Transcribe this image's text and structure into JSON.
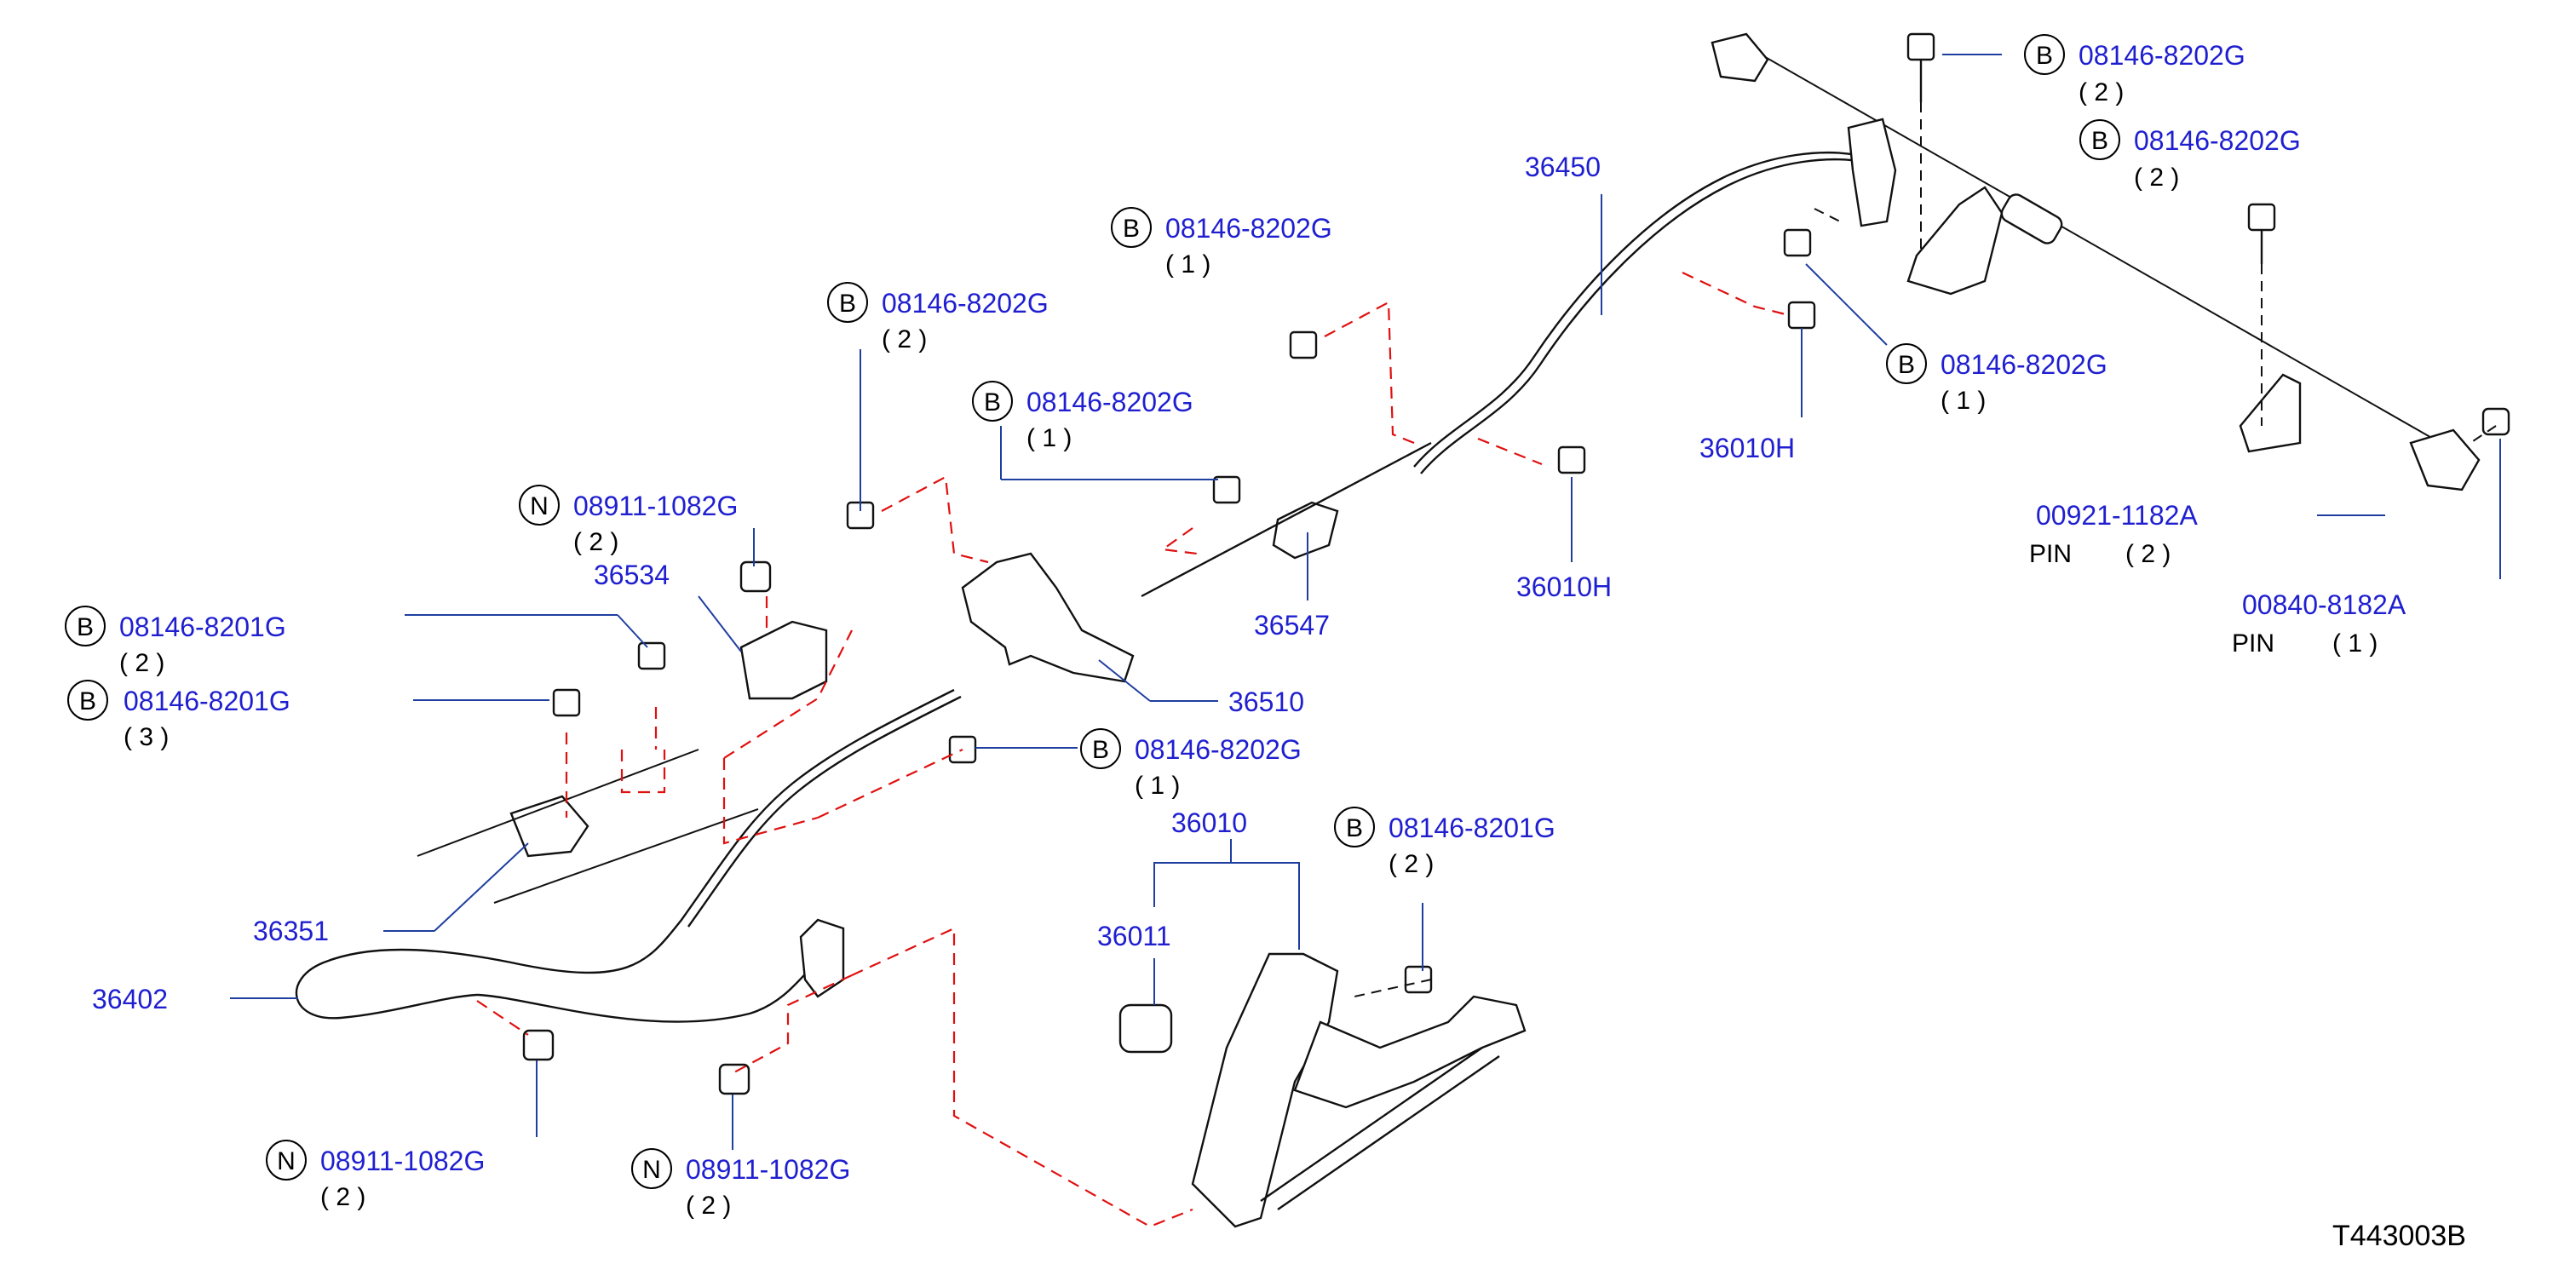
{
  "diagram_code": "T443003B",
  "labels": {
    "p36450": "36450",
    "p36547": "36547",
    "p36510": "36510",
    "p36534": "36534",
    "p36010h_a": "36010H",
    "p36010h_b": "36010H",
    "p36351": "36351",
    "p36402": "36402",
    "p36010": "36010",
    "p36011": "36011"
  },
  "callouts": [
    {
      "key": "c1",
      "badge": "B",
      "part": "08146-8202G",
      "qty": "( 2 )"
    },
    {
      "key": "c2",
      "badge": "B",
      "part": "08146-8202G",
      "qty": "( 2 )"
    },
    {
      "key": "c3",
      "badge": "B",
      "part": "08146-8202G",
      "qty": "( 1 )"
    },
    {
      "key": "c4",
      "badge": "B",
      "part": "08146-8202G",
      "qty": "( 2 )"
    },
    {
      "key": "c5",
      "badge": "B",
      "part": "08146-8202G",
      "qty": "( 1 )"
    },
    {
      "key": "c6",
      "badge": "B",
      "part": "08146-8202G",
      "qty": "( 1 )"
    },
    {
      "key": "c7",
      "badge": "N",
      "part": "08911-1082G",
      "qty": "( 2 )"
    },
    {
      "key": "c8",
      "badge": "B",
      "part": "08146-8201G",
      "qty": "( 2 )"
    },
    {
      "key": "c9",
      "badge": "B",
      "part": "08146-8201G",
      "qty": "( 3 )"
    },
    {
      "key": "c10",
      "badge": "B",
      "part": "08146-8202G",
      "qty": "( 1 )"
    },
    {
      "key": "c11",
      "badge": "B",
      "part": "08146-8201G",
      "qty": "( 2 )"
    },
    {
      "key": "c12",
      "badge": "N",
      "part": "08911-1082G",
      "qty": "( 2 )"
    },
    {
      "key": "c13",
      "badge": "N",
      "part": "08911-1082G",
      "qty": "( 2 )"
    }
  ],
  "pins": [
    {
      "key": "pin1",
      "part": "00921-1182A",
      "name": "PIN",
      "qty": "( 2 )"
    },
    {
      "key": "pin2",
      "part": "00840-8182A",
      "name": "PIN",
      "qty": "( 1 )"
    }
  ]
}
